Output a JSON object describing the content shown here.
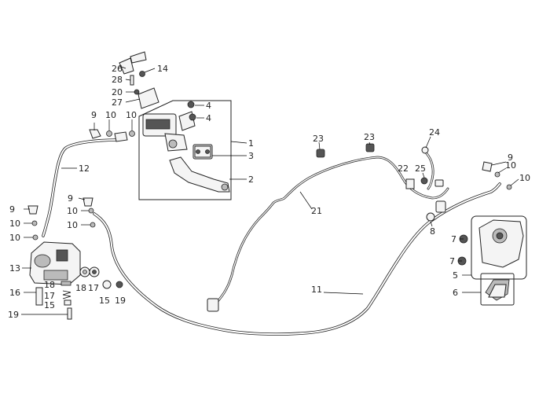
{
  "callouts": [
    {
      "id": "c1",
      "text": "1"
    },
    {
      "id": "c2",
      "text": "2"
    },
    {
      "id": "c3",
      "text": "3"
    },
    {
      "id": "c4a",
      "text": "4"
    },
    {
      "id": "c4b",
      "text": "4"
    },
    {
      "id": "c5",
      "text": "5"
    },
    {
      "id": "c6",
      "text": "6"
    },
    {
      "id": "c7a",
      "text": "7"
    },
    {
      "id": "c7b",
      "text": "7"
    },
    {
      "id": "c8",
      "text": "8"
    },
    {
      "id": "c9a",
      "text": "9"
    },
    {
      "id": "c9b",
      "text": "9"
    },
    {
      "id": "c9c",
      "text": "9"
    },
    {
      "id": "c9d",
      "text": "9"
    },
    {
      "id": "c10a",
      "text": "10"
    },
    {
      "id": "c10b",
      "text": "10"
    },
    {
      "id": "c10c",
      "text": "10"
    },
    {
      "id": "c10d",
      "text": "10"
    },
    {
      "id": "c10e",
      "text": "10"
    },
    {
      "id": "c10f",
      "text": "10"
    },
    {
      "id": "c10g",
      "text": "10"
    },
    {
      "id": "c10h",
      "text": "10"
    },
    {
      "id": "c11",
      "text": "11"
    },
    {
      "id": "c12",
      "text": "12"
    },
    {
      "id": "c13",
      "text": "13"
    },
    {
      "id": "c14",
      "text": "14"
    },
    {
      "id": "c15a",
      "text": "15"
    },
    {
      "id": "c15b",
      "text": "15"
    },
    {
      "id": "c16",
      "text": "16"
    },
    {
      "id": "c17a",
      "text": "17"
    },
    {
      "id": "c17b",
      "text": "17"
    },
    {
      "id": "c18a",
      "text": "18"
    },
    {
      "id": "c18b",
      "text": "18"
    },
    {
      "id": "c19a",
      "text": "19"
    },
    {
      "id": "c19b",
      "text": "19"
    },
    {
      "id": "c20",
      "text": "20"
    },
    {
      "id": "c21",
      "text": "21"
    },
    {
      "id": "c22",
      "text": "22"
    },
    {
      "id": "c23a",
      "text": "23"
    },
    {
      "id": "c23b",
      "text": "23"
    },
    {
      "id": "c24",
      "text": "24"
    },
    {
      "id": "c25",
      "text": "25"
    },
    {
      "id": "c26",
      "text": "26"
    },
    {
      "id": "c27",
      "text": "27"
    },
    {
      "id": "c28",
      "text": "28"
    }
  ]
}
